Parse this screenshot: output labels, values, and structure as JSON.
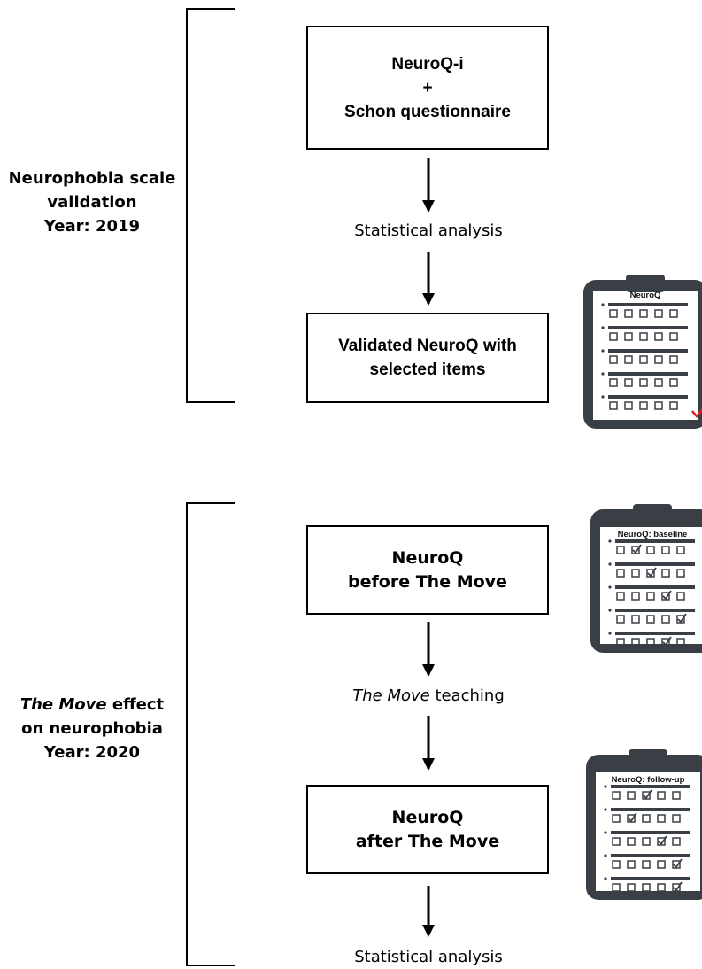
{
  "section1": {
    "label_line1": "Neurophobia scale",
    "label_line2": "validation",
    "label_line3": "Year: 2019",
    "box1_line1": "NeuroQ-i",
    "box1_line2": "+",
    "box1_line3": "Schon questionnaire",
    "step1": "Statistical analysis",
    "box2_line1": "Validated NeuroQ with",
    "box2_line2": "selected items",
    "clipboard_title": "NeuroQ"
  },
  "section2": {
    "label_line1_em": "The Move",
    "label_line1_rest": " effect",
    "label_line2": "on neurophobia",
    "label_line3": "Year: 2020",
    "box3_line1": "NeuroQ",
    "box3_line2": "before The Move",
    "step2_em": "The Move",
    "step2_rest": " teaching",
    "box4_line1": "NeuroQ",
    "box4_line2": "after The Move",
    "step3": "Statistical analysis",
    "clipboard_baseline_title": "NeuroQ: baseline",
    "clipboard_followup_title": "NeuroQ: follow-up"
  },
  "colors": {
    "clipboard": "#3a3f45",
    "checkmark_red": "#e02020"
  },
  "icons": [
    "clipboard-icon",
    "checkbox-icon",
    "check-icon",
    "arrow-down-icon"
  ]
}
